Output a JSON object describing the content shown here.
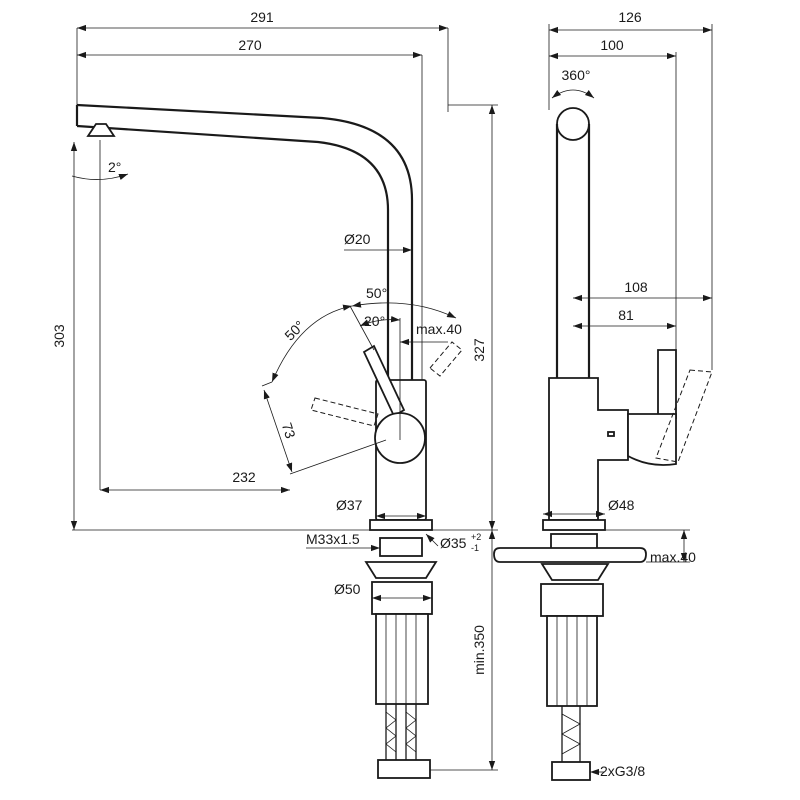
{
  "dimensions": {
    "overall_reach": "291",
    "spout_reach": "270",
    "side_overall": "126",
    "side_width": "100",
    "swivel": "360°",
    "spout_tilt": "2°",
    "spout_diameter": "Ø20",
    "lever_angle_50_a": "50°",
    "lever_angle_50_b": "50°",
    "lever_angle_20": "20°",
    "lever_travel_max": "max.40",
    "lever_length": "73",
    "overall_height": "303",
    "spout_height": "327",
    "lever_reach": "232",
    "body_diameter": "Ø37",
    "thread": "M33x1.5",
    "hole_diameter": "Ø35",
    "hole_tol_plus": "+2",
    "hole_tol_minus": "-1",
    "base_diameter": "Ø50",
    "hose_length": "min.350",
    "side_108": "108",
    "side_81": "81",
    "side_base": "Ø48",
    "deck_max": "max.40",
    "connection": "2xG3/8"
  }
}
